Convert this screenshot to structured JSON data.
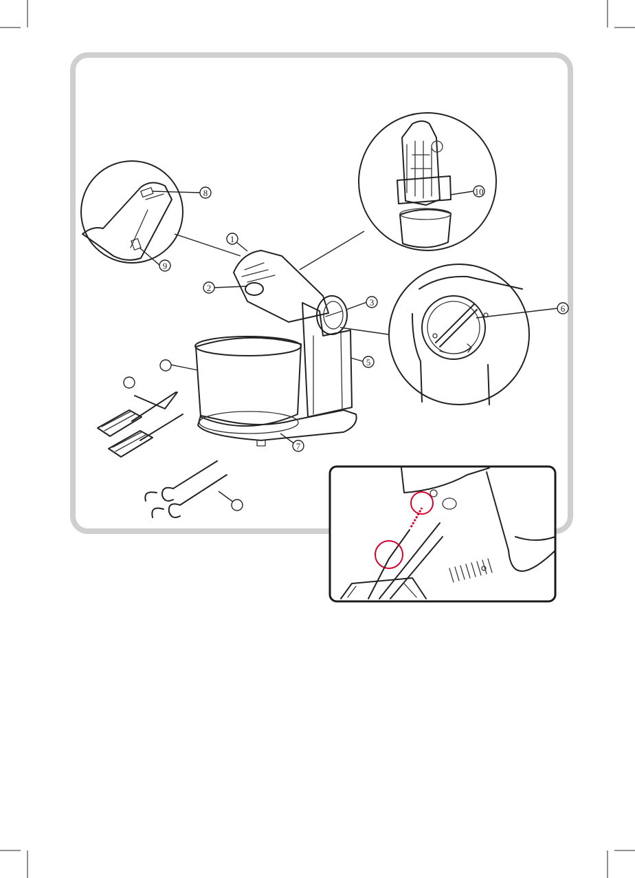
{
  "colors": {
    "frame_border": "#cfcfcf",
    "line_art": "#222222",
    "highlight_red": "#d8002a",
    "inset_border": "#1a1a1a"
  },
  "callouts": [
    {
      "id": "1",
      "label": "1"
    },
    {
      "id": "2",
      "label": "2"
    },
    {
      "id": "3",
      "label": "3"
    },
    {
      "id": "4",
      "label": ""
    },
    {
      "id": "5",
      "label": "5"
    },
    {
      "id": "6",
      "label": "6"
    },
    {
      "id": "7",
      "label": "7"
    },
    {
      "id": "8",
      "label": "8"
    },
    {
      "id": "9",
      "label": "9"
    },
    {
      "id": "10",
      "label": "10"
    },
    {
      "id": "11",
      "label": ""
    },
    {
      "id": "12",
      "label": ""
    }
  ]
}
